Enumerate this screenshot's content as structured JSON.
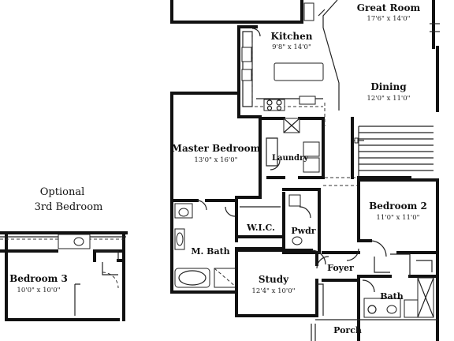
{
  "optional": {
    "line1": "Optional",
    "line2": "3rd Bedroom"
  },
  "rooms": {
    "great_room": {
      "name": "Great Room",
      "dim": "17'6\" x 14'0\""
    },
    "kitchen": {
      "name": "Kitchen",
      "dim": "9'8\" x 14'0\""
    },
    "dining": {
      "name": "Dining",
      "dim": "12'0\" x 11'0\""
    },
    "master": {
      "name": "Master Bedroom",
      "dim": "13'0\" x 16'0\""
    },
    "laundry": {
      "name": "Laundry"
    },
    "bedroom2": {
      "name": "Bedroom 2",
      "dim": "11'0\" x 11'0\""
    },
    "wic": {
      "name": "W.I.C."
    },
    "pwdr": {
      "name": "Pwdr"
    },
    "mbath": {
      "name": "M. Bath"
    },
    "study": {
      "name": "Study",
      "dim": "12'4\" x 10'0\""
    },
    "foyer": {
      "name": "Foyer"
    },
    "bath": {
      "name": "Bath"
    },
    "porch": {
      "name": "Porch"
    },
    "bedroom3": {
      "name": "Bedroom 3",
      "dim": "10'0\" x 10'0\""
    }
  }
}
